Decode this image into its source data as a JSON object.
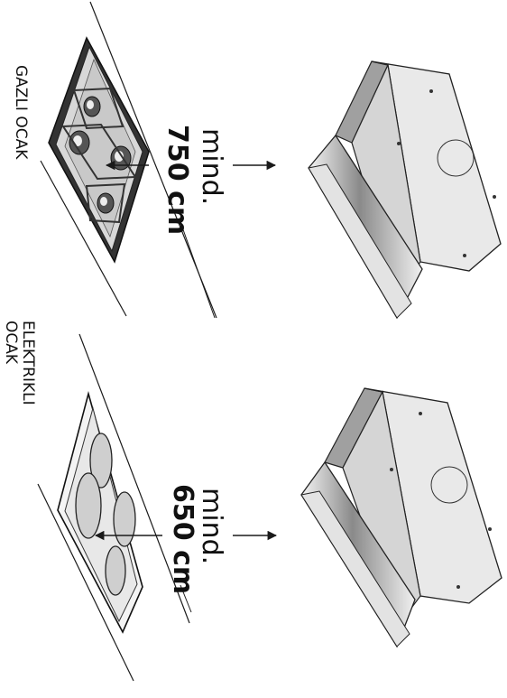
{
  "sections": [
    {
      "hob_label_line1": "GAZLI OCAK",
      "hob_label_line2": "",
      "distance_prefix": "mind.",
      "distance_value": "750 cm"
    },
    {
      "hob_label_line1": "ELEKTRIKLI",
      "hob_label_line2": "OCAK",
      "distance_prefix": "mind.",
      "distance_value": "650 cm"
    }
  ],
  "colors": {
    "line": "#1a1a1a",
    "hood_front_gradient": [
      "#f2f2f2",
      "#8e8e8e",
      "#efefef"
    ],
    "hood_top": "#9a9a9a",
    "hood_body": "#e9e9e9"
  }
}
